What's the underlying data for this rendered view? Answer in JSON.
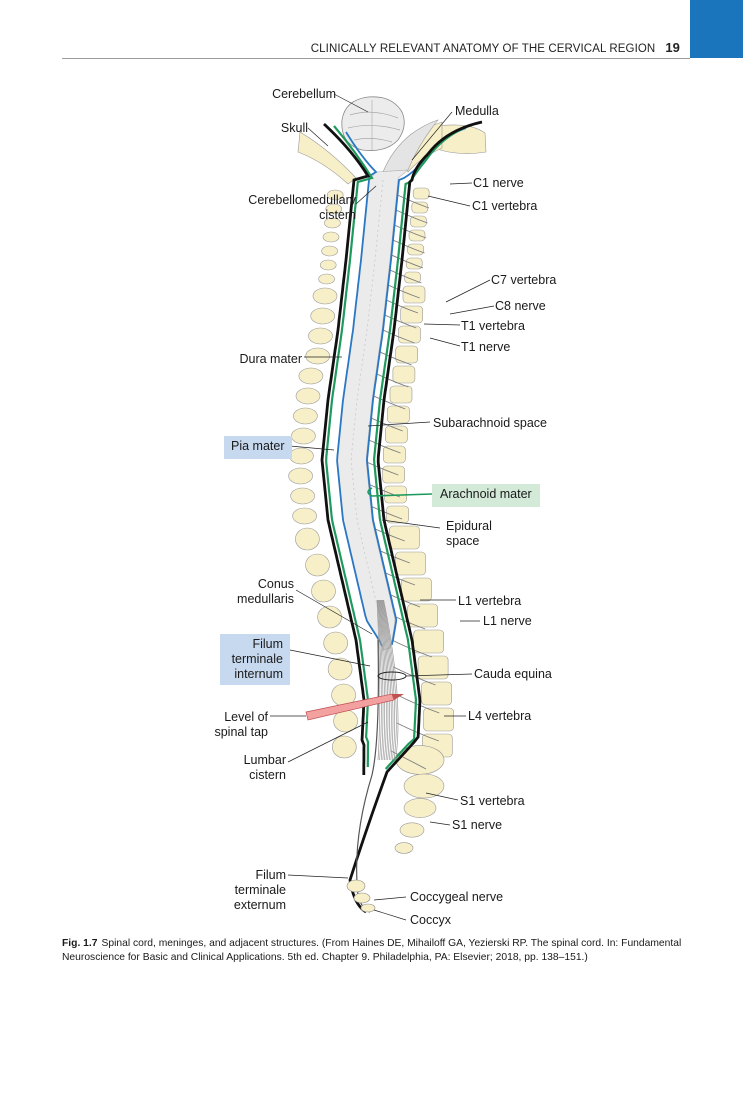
{
  "header": {
    "running_title": "CLINICALLY RELEVANT ANATOMY OF THE CERVICAL REGION",
    "page_number": "19",
    "tab_color": "#1b75bc"
  },
  "figure": {
    "labels": {
      "cerebellum": "Cerebellum",
      "skull": "Skull",
      "medulla": "Medulla",
      "cerebellomedullary_1": "Cerebellomedullary",
      "cerebellomedullary_2": "cistern",
      "c1_nerve": "C1 nerve",
      "c1_vertebra": "C1 vertebra",
      "c7_vertebra": "C7 vertebra",
      "c8_nerve": "C8 nerve",
      "t1_vertebra": "T1 vertebra",
      "t1_nerve": "T1 nerve",
      "dura_mater": "Dura mater",
      "subarachnoid_space": "Subarachnoid space",
      "pia_mater": "Pia mater",
      "arachnoid_mater": "Arachnoid mater",
      "epidural_1": "Epidural",
      "epidural_2": "space",
      "conus_1": "Conus",
      "conus_2": "medullaris",
      "l1_vertebra": "L1 vertebra",
      "l1_nerve": "L1 nerve",
      "filum_int_1": "Filum",
      "filum_int_2": "terminale",
      "filum_int_3": "internum",
      "cauda_equina": "Cauda equina",
      "level_tap_1": "Level of",
      "level_tap_2": "spinal tap",
      "l4_vertebra": "L4 vertebra",
      "lumbar_1": "Lumbar",
      "lumbar_2": "cistern",
      "s1_vertebra": "S1 vertebra",
      "s1_nerve": "S1 nerve",
      "filum_ext_1": "Filum",
      "filum_ext_2": "terminale",
      "filum_ext_3": "externum",
      "coccygeal_nerve": "Coccygeal nerve",
      "coccyx": "Coccyx"
    },
    "colors": {
      "bone": "#f7efc8",
      "dura": "#111111",
      "arachnoid": "#1f9a5e",
      "pia": "#2a77c4",
      "nerve": "#7d7d7d",
      "needle": "#f2a0a0",
      "pia_box": "#c7d9ef",
      "arachnoid_box": "#d3ead9"
    }
  },
  "caption": {
    "label": "Fig. 1.7",
    "text": "Spinal cord, meninges, and adjacent structures. (From Haines DE, Mihailoff GA, Yezierski RP. The spinal cord. In: Fundamental Neuroscience for Basic and Clinical Applications. 5th ed. Chapter 9. Philadelphia, PA: Elsevier; 2018, pp. 138–151.)"
  }
}
